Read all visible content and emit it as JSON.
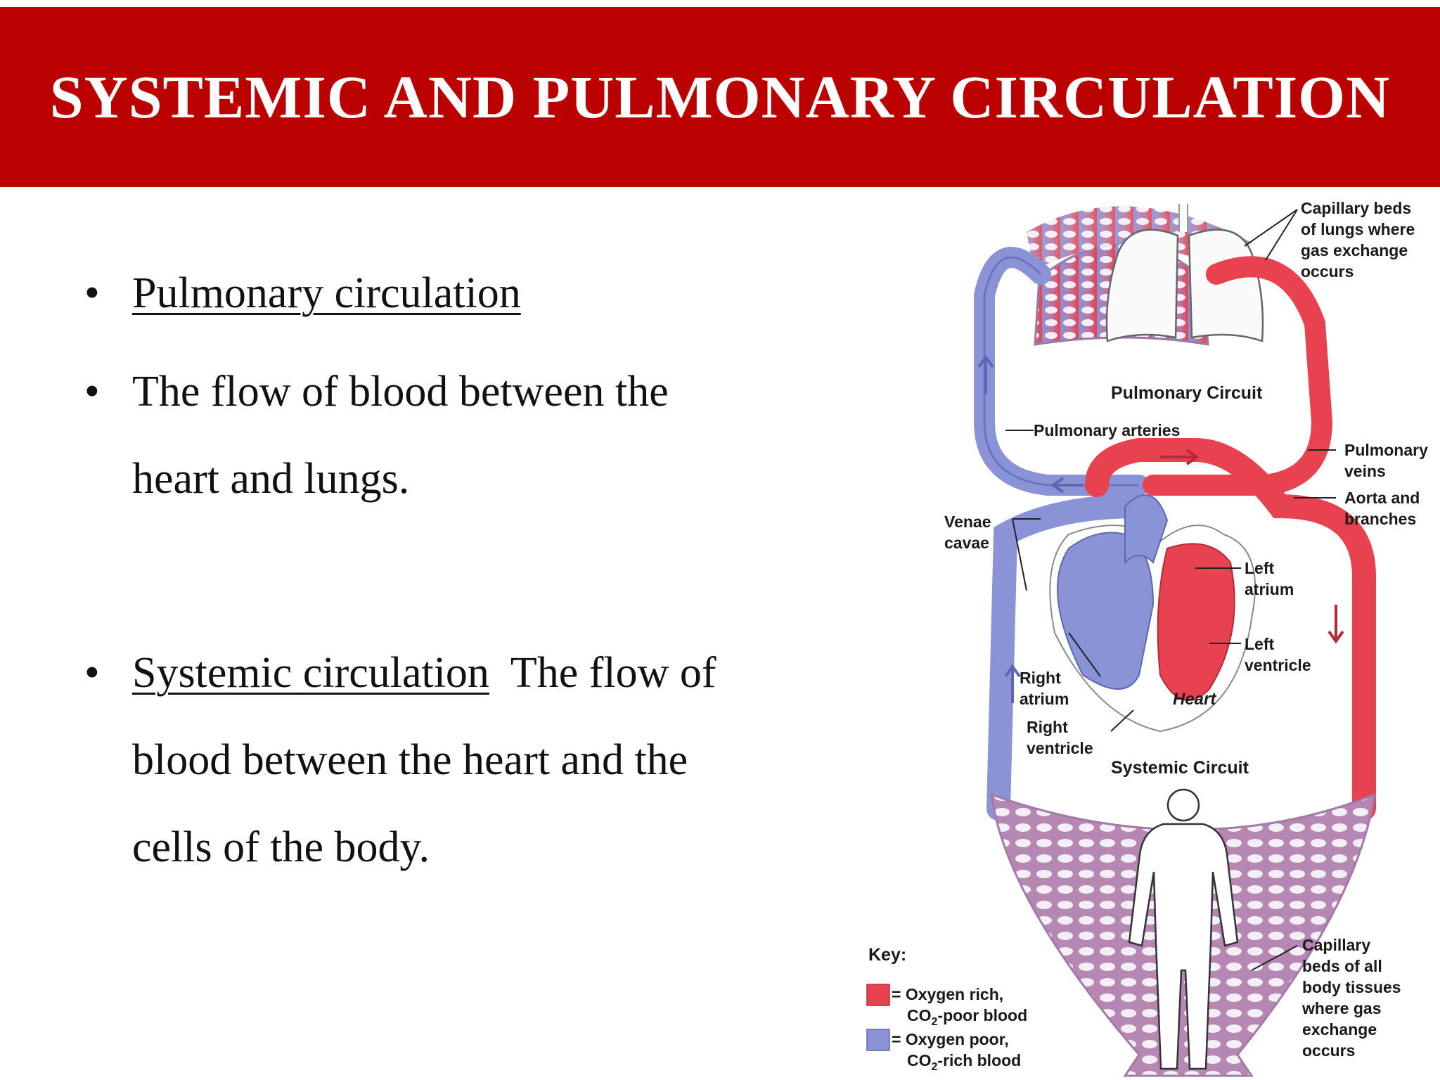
{
  "slide": {
    "title": "SYSTEMIC AND PULMONARY CIRCULATION",
    "bullets": [
      {
        "marker": "•",
        "underlined": "Pulmonary circulation",
        "rest": ""
      },
      {
        "marker": "•",
        "underlined": "",
        "rest_line1": "The flow of blood between the",
        "rest_line2": "heart and lungs."
      },
      {
        "marker": "•",
        "underlined": "Systemic circulation",
        "rest_line1": "  The flow of",
        "rest_line2": "blood between the heart and the",
        "rest_line3": "cells of the body."
      }
    ],
    "colors": {
      "title_bar": "#bb0000",
      "oxygen_rich": "#e8414f",
      "oxygen_poor": "#8a93d6"
    }
  },
  "diagram": {
    "labels": {
      "capillary_lungs": [
        "Capillary beds",
        "of lungs where",
        "gas exchange",
        "occurs"
      ],
      "pulmonary_circuit": "Pulmonary Circuit",
      "pulmonary_arteries": "Pulmonary arteries",
      "pulmonary_veins": [
        "Pulmonary",
        "veins"
      ],
      "aorta": [
        "Aorta and",
        "branches"
      ],
      "venae_cavae": [
        "Venae",
        "cavae"
      ],
      "left_atrium": [
        "Left",
        "atrium"
      ],
      "left_ventricle": [
        "Left",
        "ventricle"
      ],
      "right_atrium": [
        "Right",
        "atrium"
      ],
      "heart": "Heart",
      "right_ventricle": [
        "Right",
        "ventricle"
      ],
      "systemic_circuit": "Systemic Circuit",
      "capillary_body": [
        "Capillary",
        "beds of all",
        "body tissues",
        "where gas",
        "exchange",
        "occurs"
      ]
    },
    "key": {
      "title": "Key:",
      "rich_line1": "= Oxygen rich,",
      "rich_line2a": "CO",
      "rich_line2sub": "2",
      "rich_line2b": "-poor blood",
      "poor_line1": "= Oxygen poor,",
      "poor_line2a": "CO",
      "poor_line2sub": "2",
      "poor_line2b": "-rich blood"
    }
  }
}
